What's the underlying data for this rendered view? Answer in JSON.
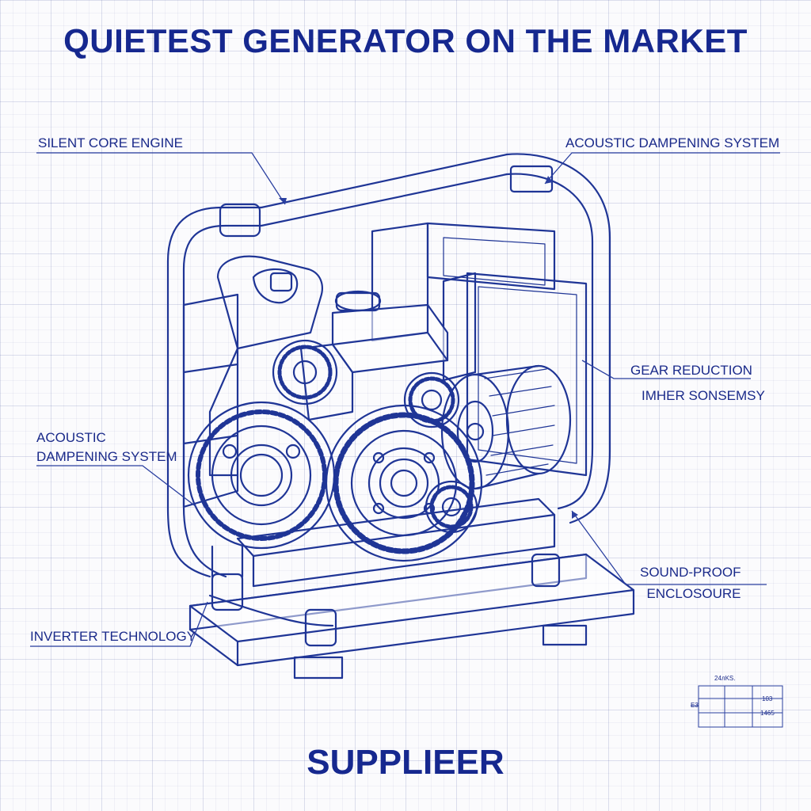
{
  "title": "QUIETEST GENERATOR ON THE MARKET",
  "footer": "SUPPLIEER",
  "callouts": {
    "silent_core_engine": "SILENT CORE ENGINE",
    "acoustic_dampening_top": "ACOUSTIC DAMPENING SYSTEM",
    "acoustic_dampening_left_line1": "ACOUSTIC",
    "acoustic_dampening_left_line2": "DAMPENING SYSTEM",
    "gear_reduction": "GEAR REDUCTION",
    "imher_sonsemsy": "IMHER SONSEMSY",
    "sound_proof_line1": "SOUND-PROOF",
    "sound_proof_line2": "ENCLOSOURE",
    "inverter_technology": "INVERTER TECHNOLOGY"
  },
  "title_block": {
    "header": "24лKS.",
    "left_cell": "E3",
    "row1": "103",
    "row2": "1465"
  },
  "colors": {
    "ink": "#16288f",
    "paper": "#fbfbfd",
    "grid": "#d8dcef"
  }
}
